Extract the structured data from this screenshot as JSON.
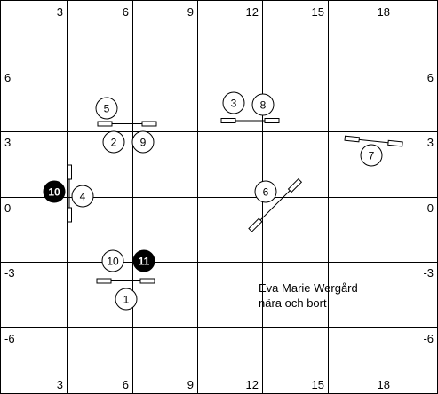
{
  "grid": {
    "top_labels": [
      "3",
      "6",
      "9",
      "12",
      "15",
      "18"
    ],
    "bottom_labels": [
      "3",
      "6",
      "9",
      "12",
      "15",
      "18"
    ],
    "left_labels": [
      "6",
      "3",
      "0",
      "-3",
      "-6"
    ],
    "right_labels": [
      "6",
      "3",
      "0",
      "-3",
      "-6"
    ]
  },
  "obstacles": [
    {
      "number": "1",
      "filled": false
    },
    {
      "number": "2",
      "filled": false
    },
    {
      "number": "3",
      "filled": false
    },
    {
      "number": "4",
      "filled": false
    },
    {
      "number": "5",
      "filled": false
    },
    {
      "number": "6",
      "filled": false
    },
    {
      "number": "7",
      "filled": false
    },
    {
      "number": "8",
      "filled": false
    },
    {
      "number": "9",
      "filled": false
    },
    {
      "number": "10",
      "filled": false
    },
    {
      "number": "10",
      "filled": true
    },
    {
      "number": "11",
      "filled": true
    }
  ],
  "caption": {
    "line1": "Eva Marie Wergård",
    "line2": "nära och bort"
  }
}
